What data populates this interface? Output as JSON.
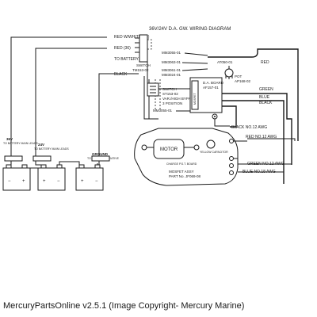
{
  "diagram": {
    "title": "36V/24V D.A. GW. WIRING DIAGRAM",
    "wires": {
      "red_white": "RED W/WHITE (24)",
      "red_36": "RED (36)",
      "to_battery": "TO BATTERY",
      "black": "BLACK",
      "red_right": "RED",
      "green_right": "GREEN",
      "blue_right": "BLUE",
      "black_right": "BLACK",
      "black_12": "BLACK NO.12 AWG",
      "red_12": "RED NO.12 AWG",
      "green_12": "GREEN NO.12 AWG",
      "blue_18": "BLUE NO.18 AWG"
    },
    "parts": {
      "mm3055": "MM3055-01",
      "mm3063": "MM3063-01",
      "mm3061": "MM3061-01",
      "mm3024": "MM3024-01",
      "mm3055b": "MM3055-01",
      "switch_top_label": "SWITCH",
      "switch_top_part": "TM153-02",
      "at050": "AT050-01",
      "pot_label": "POT",
      "pot_part": "AP168-02",
      "switch_mid_label": "SWITCH",
      "switch_mid_part": "ST153-02",
      "switch_mid_desc": "VAR./HIGH BYPASS",
      "switch_mid_pos": "3 POSITION",
      "da_board": "D.A. BOARD",
      "da_board_part": "AF157-01",
      "motor": "MOTOR",
      "capacitor": "YELLOW CAPACITOR",
      "mosfet_label": "MOSFET ASSY",
      "mosfet_part": "PART No. JF069-08",
      "charge_note": "CHARGE P.S.T. BOARD",
      "board_side": "MOSFET"
    },
    "batteries": {
      "v36": "36V",
      "v36_note": "TO BATTERY MAIN LEADS",
      "v24": "24V",
      "v24_note": "TO BATTERY MAIN LEADS",
      "ground": "GROUND",
      "ground_note": "TO BATTERY NEGATIVE",
      "plus": "+",
      "minus": "−"
    }
  },
  "caption": "MercuryPartsOnline v2.5.1 (Image Copyright- Mercury Marine)"
}
